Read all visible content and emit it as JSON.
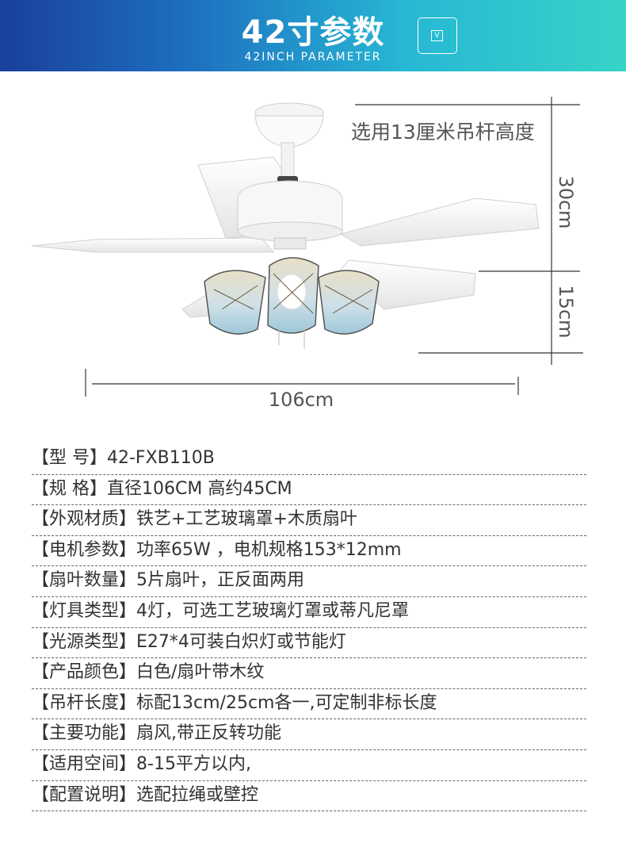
{
  "header": {
    "title": "42寸参数",
    "subtitle": "42INCH PARAMETER",
    "button_icon": "V",
    "colors": {
      "start": "#1a3f9c",
      "end": "#37d3c7"
    }
  },
  "figure": {
    "rod_note": "选用13厘米吊杆高度",
    "height_total": "30cm",
    "height_lamp": "15cm",
    "width": "106cm"
  },
  "specs": [
    {
      "label": "【型  号】",
      "value": "42-FXB110B"
    },
    {
      "label": "【规  格】",
      "value": "直径106CM 高约45CM"
    },
    {
      "label": "【外观材质】",
      "value": "铁艺+工艺玻璃罩+木质扇叶"
    },
    {
      "label": "【电机参数】",
      "value": "功率65W ，电机规格153*12mm"
    },
    {
      "label": "【扇叶数量】",
      "value": "5片扇叶，正反面两用"
    },
    {
      "label": "【灯具类型】",
      "value": "4灯，可选工艺玻璃灯罩或蒂凡尼罩"
    },
    {
      "label": "【光源类型】",
      "value": "E27*4可装白炽灯或节能灯"
    },
    {
      "label": "【产品颜色】",
      "value": "白色/扇叶带木纹"
    },
    {
      "label": "【吊杆长度】",
      "value": "标配13cm/25cm各一,可定制非标长度"
    },
    {
      "label": "【主要功能】",
      "value": "扇风,带正反转功能"
    },
    {
      "label": "【适用空间】",
      "value": "8-15平方以内,"
    },
    {
      "label": "【配置说明】",
      "value": "选配拉绳或壁控"
    }
  ]
}
